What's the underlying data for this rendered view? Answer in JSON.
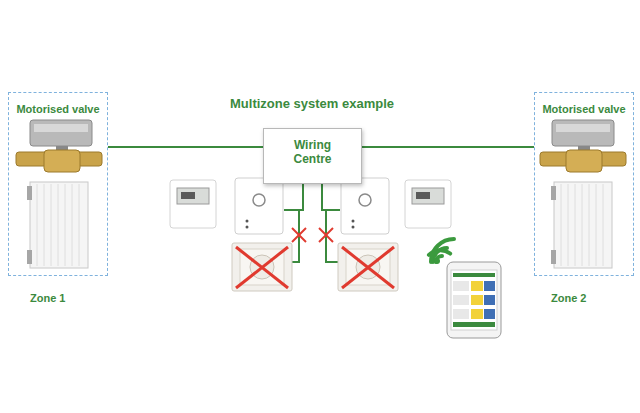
{
  "diagram": {
    "title": "Multizone system example",
    "nodes": [
      {
        "text": [
          "Motorised valve"
        ]
      },
      {
        "text": [
          "Wiring Centre"
        ]
      },
      {
        "text": [
          "Motorised valve"
        ]
      }
    ],
    "edges": [
      {
        "from": 0,
        "to": 1,
        "arrow": "none"
      },
      {
        "from": 1,
        "to": 2,
        "arrow": "none"
      }
    ],
    "labels": [
      "Zone 1",
      "Zone 2"
    ]
  }
}
